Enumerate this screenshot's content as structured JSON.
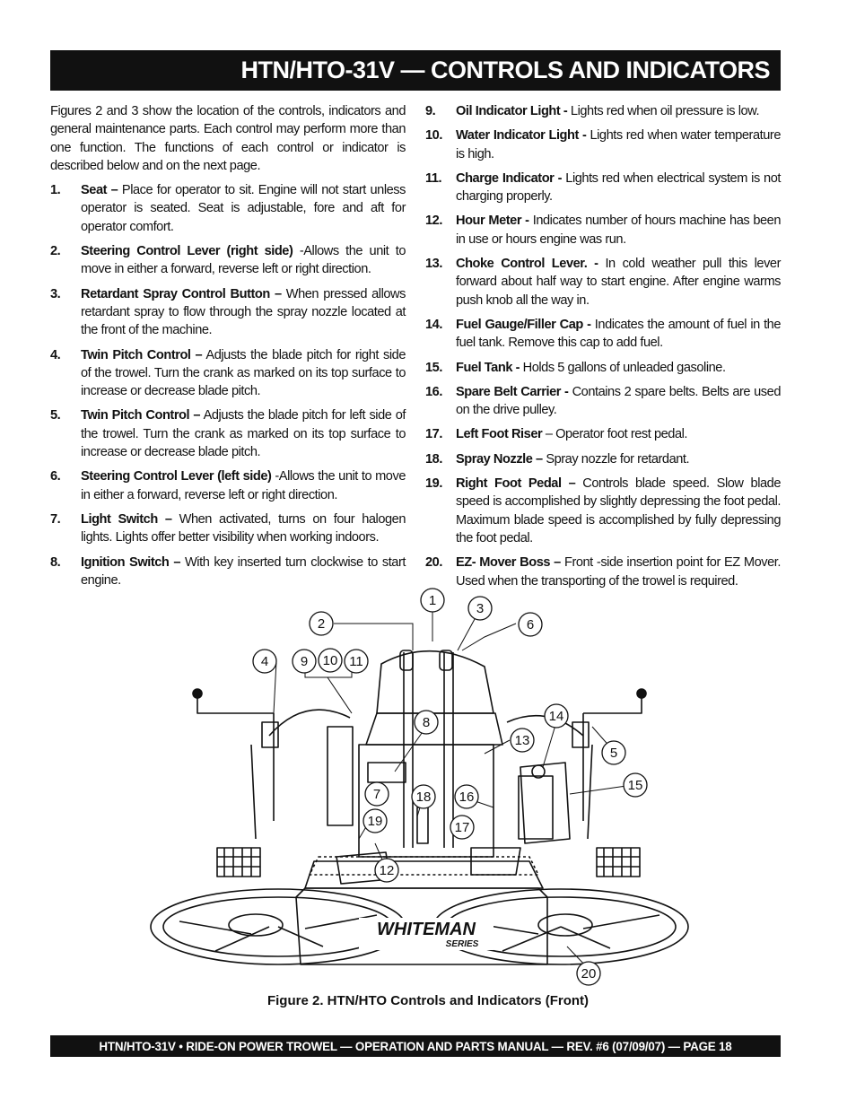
{
  "header": {
    "title": "HTN/HTO-31V — CONTROLS AND INDICATORS"
  },
  "intro": "Figures 2 and 3 show the location of the controls, indicators and general maintenance parts. Each control may perform more than one function. The functions of each control or indicator is described below and on the next page.",
  "items_left": [
    {
      "num": "1.",
      "term": "Seat –",
      "text": " Place for operator to sit. Engine will not start unless operator is seated. Seat is adjustable, fore and aft for operator comfort."
    },
    {
      "num": "2.",
      "term": "Steering Control Lever (right side)",
      "text": " -Allows the unit to move in either a forward, reverse left or right direction."
    },
    {
      "num": "3.",
      "term": "Retardant Spray Control Button –",
      "text": " When pressed allows retardant spray to flow through the spray nozzle located at the front of the machine."
    },
    {
      "num": "4.",
      "term": "Twin Pitch Control –",
      "text": " Adjusts the blade pitch for right side of the trowel. Turn the crank as marked on its top surface to increase or decrease blade pitch."
    },
    {
      "num": "5.",
      "term": "Twin Pitch Control –",
      "text": " Adjusts the blade pitch for left side of the trowel. Turn the crank as marked on its top surface to increase or decrease blade pitch."
    },
    {
      "num": "6.",
      "term": "Steering Control Lever (left side)",
      "text": " -Allows the unit to move in either a forward, reverse left or right direction."
    },
    {
      "num": "7.",
      "term": "Light Switch –",
      "text": " When activated, turns on four halogen lights. Lights offer better visibility when working indoors."
    },
    {
      "num": "8.",
      "term": "Ignition Switch –",
      "text": " With key inserted turn clockwise to start engine."
    }
  ],
  "items_right": [
    {
      "num": "9.",
      "term": "Oil Indicator Light -",
      "text": " Lights red when oil pressure is low."
    },
    {
      "num": "10.",
      "term": "Water Indicator Light -",
      "text": " Lights red when water temperature is high."
    },
    {
      "num": "11.",
      "term": "Charge Indicator -",
      "text": " Lights red when electrical system is not charging properly."
    },
    {
      "num": "12.",
      "term": "Hour Meter -",
      "text": " Indicates number of hours machine has been in use or hours engine was run."
    },
    {
      "num": "13.",
      "term": "Choke Control Lever. -",
      "text": " In cold weather pull this lever forward about half way to start engine. After engine warms push knob all the way in."
    },
    {
      "num": "14.",
      "term": "Fuel Gauge/Filler Cap -",
      "text": " Indicates the amount of fuel in the fuel tank. Remove this cap to add fuel."
    },
    {
      "num": "15.",
      "term": "Fuel Tank -",
      "text": " Holds 5 gallons of unleaded gasoline."
    },
    {
      "num": "16.",
      "term": "Spare Belt Carrier -",
      "text": " Contains 2 spare belts. Belts are used on the drive pulley."
    },
    {
      "num": "17.",
      "term": "Left Foot Riser",
      "text": " – Operator foot rest pedal."
    },
    {
      "num": "18.",
      "term": "Spray Nozzle –",
      "text": " Spray nozzle for retardant."
    },
    {
      "num": "19.",
      "term": "Right Foot Pedal –",
      "text": " Controls blade speed. Slow blade speed is accomplished by slightly depressing the foot pedal. Maximum blade speed is accomplished by fully depressing the foot pedal."
    },
    {
      "num": "20.",
      "term": "EZ- Mover Boss –",
      "text": " Front -side insertion point for EZ Mover. Used when the transporting of the trowel is required."
    }
  ],
  "figure": {
    "brand": "WHITEMAN",
    "brand_sub": "SERIES",
    "callouts": [
      "1",
      "2",
      "3",
      "4",
      "5",
      "6",
      "7",
      "8",
      "9",
      "10",
      "11",
      "12",
      "13",
      "14",
      "15",
      "16",
      "17",
      "18",
      "19",
      "20"
    ],
    "caption": "Figure 2. HTN/HTO Controls and Indicators (Front)"
  },
  "footer": {
    "text": "HTN/HTO-31V • RIDE-ON POWER TROWEL — OPERATION AND PARTS MANUAL — REV. #6 (07/09/07) — PAGE 18"
  }
}
